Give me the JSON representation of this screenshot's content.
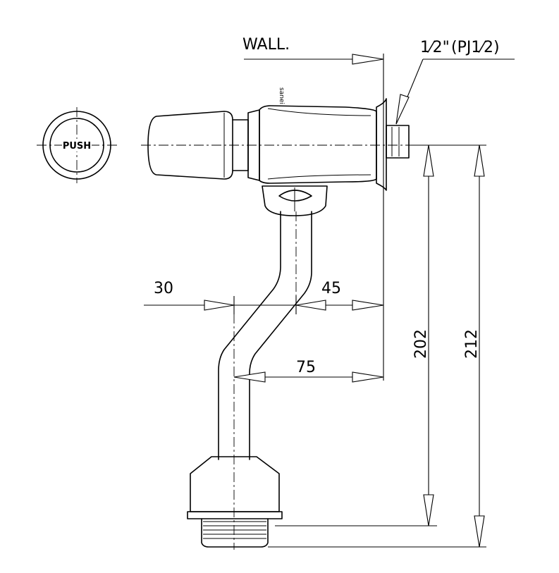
{
  "labels": {
    "wall": "WALL.",
    "push": "PUSH",
    "thread_top": "1⁄2\"",
    "thread_spec": "(PJ1⁄2)",
    "brand": "sanei"
  },
  "dimensions": {
    "d30": "30",
    "d45": "45",
    "d75": "75",
    "d202": "202",
    "d212": "212"
  }
}
